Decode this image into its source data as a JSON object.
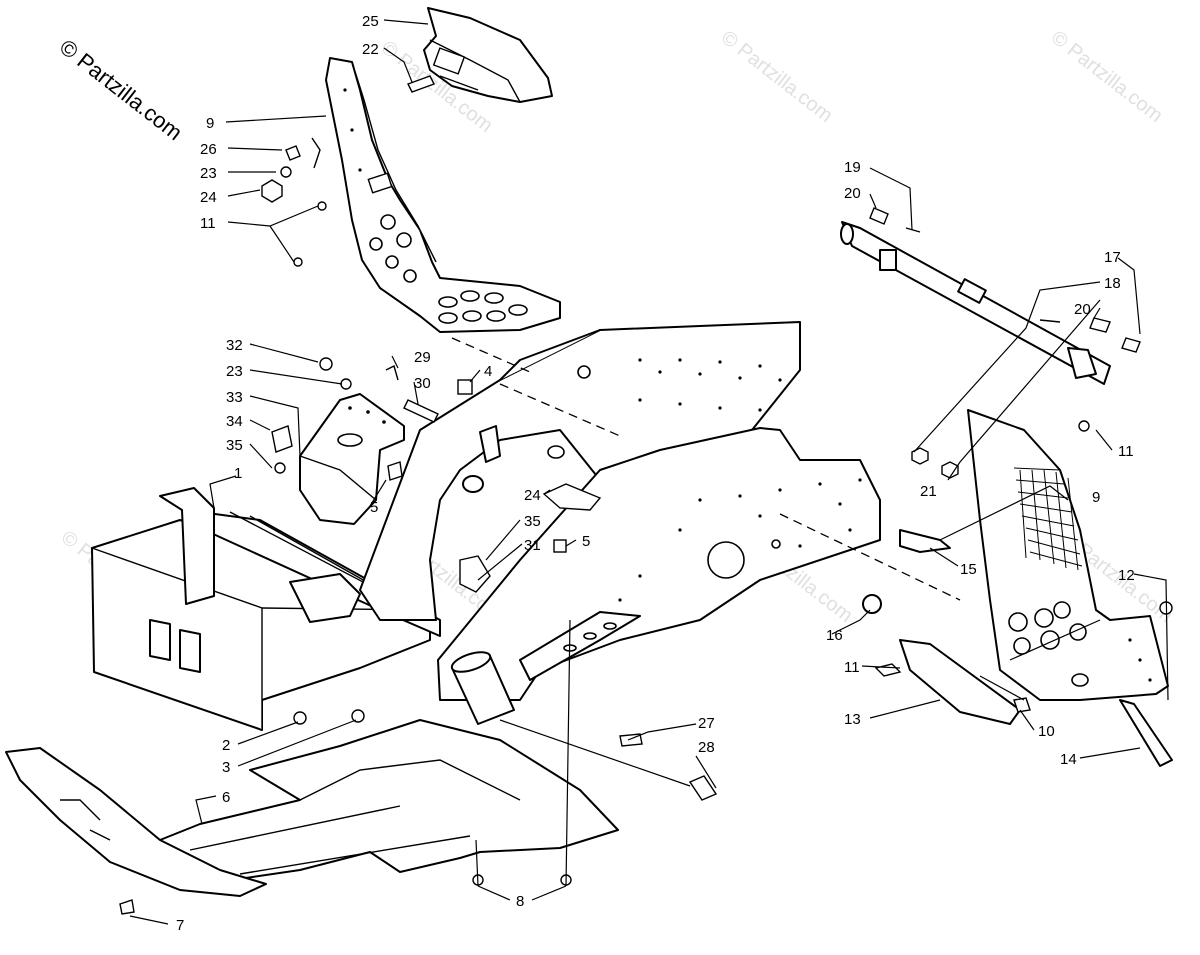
{
  "watermark": {
    "main": "© Partzilla.com",
    "faint": "© Partzilla.com"
  },
  "callouts": {
    "c25": "25",
    "c22": "22",
    "c9a": "9",
    "c26": "26",
    "c23a": "23",
    "c24a": "24",
    "c11a": "11",
    "c32": "32",
    "c23b": "23",
    "c33": "33",
    "c34": "34",
    "c35a": "35",
    "c29": "29",
    "c30": "30",
    "c4": "4",
    "c1": "1",
    "c5a": "5",
    "c24b": "24",
    "c35b": "35",
    "c31": "31",
    "c5b": "5",
    "c2": "2",
    "c3": "3",
    "c6": "6",
    "c7": "7",
    "c8": "8",
    "c27": "27",
    "c28": "28",
    "c19": "19",
    "c20a": "20",
    "c17": "17",
    "c18": "18",
    "c20b": "20",
    "c21": "21",
    "c11b": "11",
    "c9b": "9",
    "c15": "15",
    "c16": "16",
    "c12": "12",
    "c11c": "11",
    "c13": "13",
    "c10": "10",
    "c14": "14"
  }
}
